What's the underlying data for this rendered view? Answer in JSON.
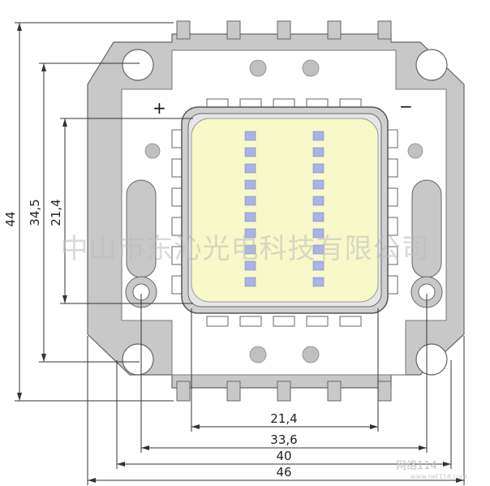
{
  "polarity": {
    "positive": "+",
    "negative": "−"
  },
  "dimensions": {
    "overall_height": "44",
    "mount_hole_pitch_vertical": "34,5",
    "emitter_height": "21,4",
    "emitter_width": "21,4",
    "inner_hole_pitch": "33,6",
    "mount_hole_pitch_horizontal": "40",
    "overall_width": "46"
  },
  "watermark": {
    "company": "中山市东沁光电科技有限公司",
    "site_logo": "网络114",
    "site_url": "www.net114.com"
  },
  "colors": {
    "substrate": "#c8c8c8",
    "emitter_fill": "#f7f9c8",
    "chip_blue": "#aab2e6",
    "outline": "#555555"
  }
}
